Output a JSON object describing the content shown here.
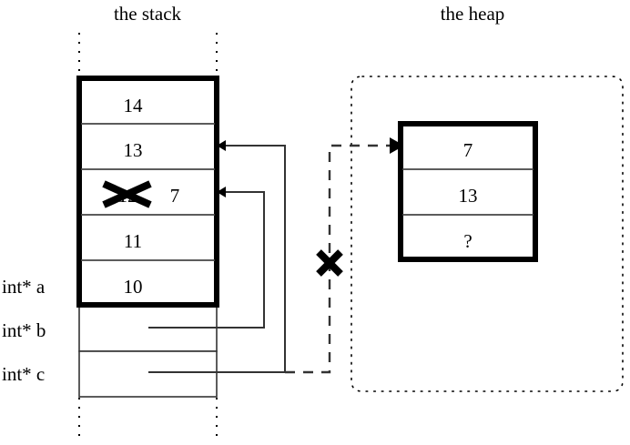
{
  "diagram": {
    "type": "memory-diagram",
    "colors": {
      "ink": "#000000",
      "background": "#ffffff"
    },
    "titles": {
      "stack": "the stack",
      "heap": "the heap"
    },
    "stack": {
      "label": "the stack",
      "cells": [
        {
          "id": "stack-cell-14",
          "value": "14",
          "bold_border": true
        },
        {
          "id": "stack-cell-13",
          "value": "13",
          "bold_border": true
        },
        {
          "id": "stack-cell-12",
          "value": "12",
          "struck_out": true,
          "replacement": "7",
          "bold_border": true
        },
        {
          "id": "stack-cell-11",
          "value": "11",
          "bold_border": true
        },
        {
          "id": "stack-cell-10",
          "value": "10",
          "bold_border": true
        },
        {
          "id": "stack-cell-b",
          "value": "",
          "bold_border": false
        },
        {
          "id": "stack-cell-c",
          "value": "",
          "bold_border": false
        }
      ],
      "variables": [
        {
          "name": "int* a",
          "points_to": ""
        },
        {
          "name": "int* b",
          "points_to": "stack-cell-12"
        },
        {
          "name": "int* c",
          "points_to": "stack-cell-13"
        }
      ]
    },
    "heap": {
      "label": "the heap",
      "cells": [
        {
          "id": "heap-cell-0",
          "value": "7"
        },
        {
          "id": "heap-cell-1",
          "value": "13"
        },
        {
          "id": "heap-cell-2",
          "value": "?"
        }
      ]
    },
    "annotations": {
      "strike_mark": "x-strike-mark",
      "broken_pointer_mark": "x-strike-mark",
      "crossed_stack_value": "12",
      "new_stack_value": "7",
      "unknown_value": "?"
    }
  }
}
